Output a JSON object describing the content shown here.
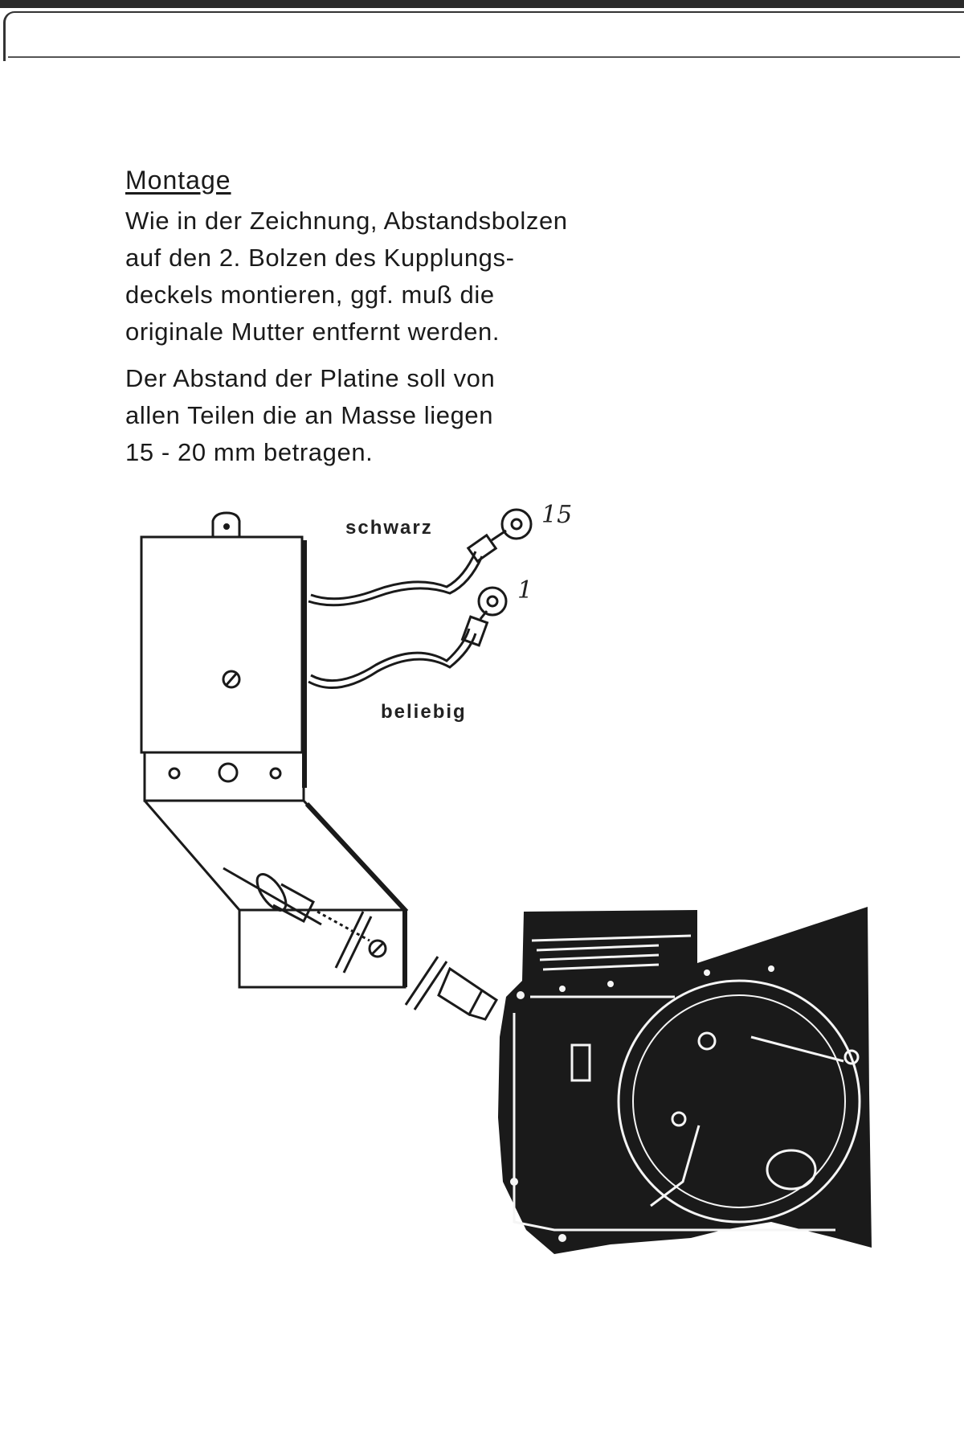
{
  "heading": "Montage",
  "paragraph1": {
    "lines": [
      "Wie in der Zeichnung, Abstandsbolzen",
      "auf den 2. Bolzen des Kupplungs-",
      "deckels montieren, ggf. muß die",
      "originale Mutter entfernt werden."
    ]
  },
  "paragraph2": {
    "lines": [
      "Der Abstand der Platine soll von",
      "allen Teilen die an Masse liegen",
      "15 - 20 mm betragen."
    ]
  },
  "diagram": {
    "wire1_label": "schwarz",
    "wire1_terminal": "15",
    "wire2_label": "beliebig",
    "wire2_terminal": "1"
  }
}
